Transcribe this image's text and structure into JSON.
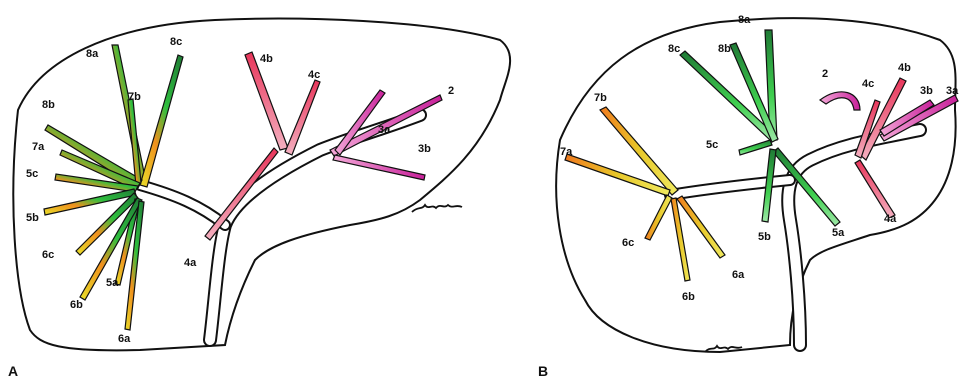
{
  "panels": [
    {
      "label": "A",
      "segments": [
        "8a",
        "8c",
        "4b",
        "4c",
        "2",
        "8b",
        "7b",
        "7a",
        "5c",
        "3a",
        "3b",
        "5b",
        "6c",
        "4a",
        "5a",
        "6b",
        "6a"
      ],
      "signature": "Janaar"
    },
    {
      "label": "B",
      "segments": [
        "8a",
        "8c",
        "8b",
        "7b",
        "2",
        "4c",
        "4b",
        "3b",
        "3a",
        "7a",
        "5c",
        "6c",
        "5b",
        "5a",
        "4a",
        "6a",
        "6b"
      ],
      "signature": "Janaar"
    }
  ],
  "colors": {
    "outline": "#111111",
    "segment_8": "#1f9a3a",
    "segment_7": "#f07a1e",
    "segment_6": "#e8e02a",
    "segment_5": "#d8c81e",
    "segment_4": "#e8355a",
    "segment_3_2": "#d0309e"
  }
}
